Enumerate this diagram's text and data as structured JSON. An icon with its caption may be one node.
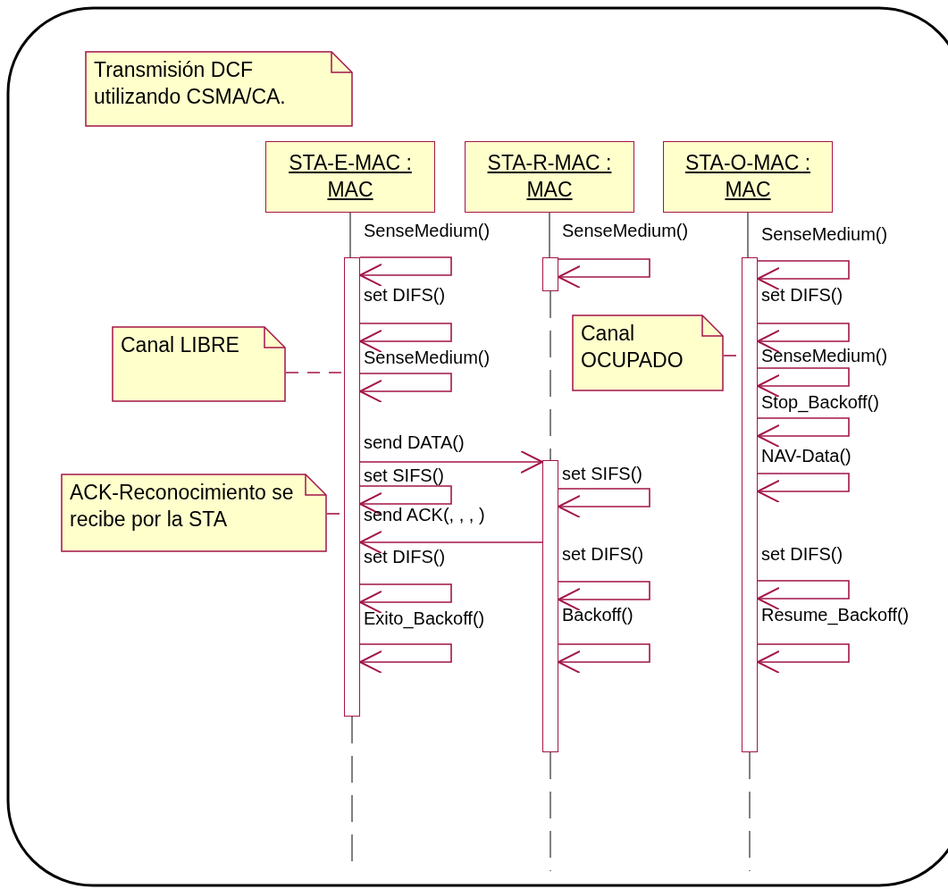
{
  "diagram": {
    "nodes": [
      {
        "text": [
          "Transmisión DCF utilizando CSMA/CA."
        ]
      },
      {
        "text": [
          "STA-E-MAC : MAC"
        ]
      },
      {
        "text": [
          "STA-R-MAC : MAC"
        ]
      },
      {
        "text": [
          "STA-O-MAC : MAC"
        ]
      },
      {
        "text": [
          "Canal LIBRE"
        ]
      },
      {
        "text": [
          "Canal OCUPADO"
        ]
      },
      {
        "text": [
          "ACK-Reconocimiento se recibe por la STA"
        ]
      },
      {
        "text": [],
        "shape": "bar"
      },
      {
        "text": [],
        "shape": "bar"
      },
      {
        "text": [],
        "shape": "bar"
      },
      {
        "text": [],
        "shape": "bar"
      }
    ],
    "edges": [
      {
        "from": 1,
        "to": 7,
        "arrow": "none",
        "color": "#808080"
      },
      {
        "from": 7,
        "to": null,
        "arrow": "none",
        "style": "dashed",
        "color": "#808080"
      },
      {
        "from": 2,
        "to": 8,
        "arrow": "none",
        "color": "#808080"
      },
      {
        "from": 8,
        "to": 9,
        "arrow": "none",
        "style": "dashed",
        "color": "#808080"
      },
      {
        "from": 9,
        "to": null,
        "arrow": "none",
        "style": "dashed",
        "color": "#808080"
      },
      {
        "from": 3,
        "to": 10,
        "arrow": "none",
        "color": "#808080"
      },
      {
        "from": 10,
        "to": null,
        "arrow": "none",
        "style": "dashed",
        "color": "#808080"
      },
      {
        "from": 7,
        "to": 7,
        "arrow": "to",
        "label": "SenseMedium()"
      },
      {
        "from": 7,
        "to": 7,
        "arrow": "to",
        "label": "set DIFS()"
      },
      {
        "from": 7,
        "to": 7,
        "arrow": "to",
        "label": "SenseMedium()"
      },
      {
        "from": 7,
        "to": 7,
        "arrow": "to",
        "label": "set SIFS()"
      },
      {
        "from": 7,
        "to": 7,
        "arrow": "to",
        "label": "set DIFS()"
      },
      {
        "from": 7,
        "to": 7,
        "arrow": "to",
        "label": "Exito_Backoff()"
      },
      {
        "from": 8,
        "to": 8,
        "arrow": "to",
        "label": "SenseMedium()"
      },
      {
        "from": 9,
        "to": 9,
        "arrow": "to",
        "label": "set SIFS()"
      },
      {
        "from": 9,
        "to": 9,
        "arrow": "to",
        "label": "set DIFS()"
      },
      {
        "from": 9,
        "to": 9,
        "arrow": "to",
        "label": "Backoff()"
      },
      {
        "from": 10,
        "to": 10,
        "arrow": "to",
        "label": "SenseMedium()"
      },
      {
        "from": 10,
        "to": 10,
        "arrow": "to",
        "label": "set DIFS()"
      },
      {
        "from": 10,
        "to": 10,
        "arrow": "to",
        "label": "SenseMedium()"
      },
      {
        "from": 10,
        "to": 10,
        "arrow": "to",
        "label": "Stop_Backoff()"
      },
      {
        "from": 10,
        "to": 10,
        "arrow": "to",
        "label": "NAV-Data()"
      },
      {
        "from": 10,
        "to": 10,
        "arrow": "to",
        "label": "set DIFS()"
      },
      {
        "from": 10,
        "to": 10,
        "arrow": "to",
        "label": "Resume_Backoff()"
      },
      {
        "from": 7,
        "to": 9,
        "arrow": "to",
        "label": "send DATA()"
      },
      {
        "from": 9,
        "to": 7,
        "arrow": "to",
        "label": "send ACK(, , , )"
      },
      {
        "from": 4,
        "to": 7,
        "arrow": "none",
        "style": "dashed"
      },
      {
        "from": 5,
        "to": 10,
        "arrow": "none",
        "style": "dashed"
      },
      {
        "from": 6,
        "to": 7,
        "arrow": "none",
        "style": "dashed"
      }
    ]
  }
}
